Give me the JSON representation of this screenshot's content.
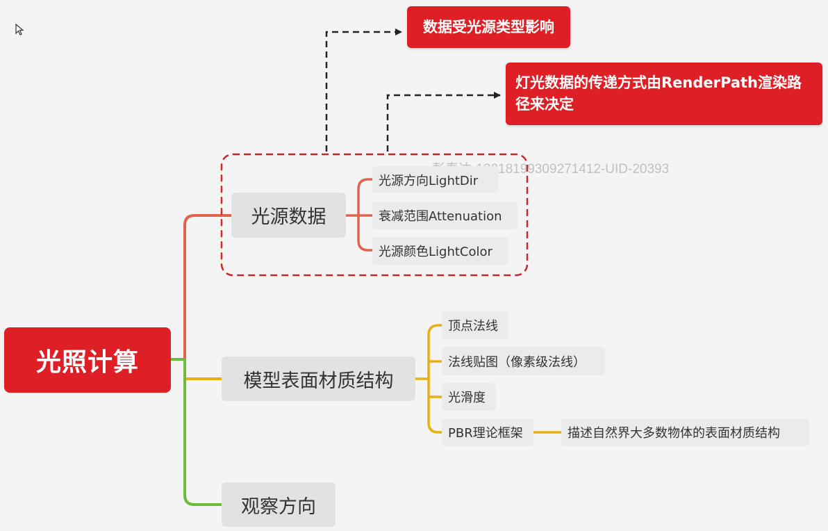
{
  "root": {
    "label": "光照计算"
  },
  "branches": {
    "light": {
      "label": "光源数据",
      "children": [
        "光源方向LightDir",
        "衰减范围Attenuation",
        "光源颜色LightColor"
      ]
    },
    "material": {
      "label": "模型表面材质结构",
      "children": [
        "顶点法线",
        "法线贴图（像素级法线）",
        "光滑度",
        "PBR理论框架"
      ],
      "pbr_detail": "描述自然界大多数物体的表面材质结构"
    },
    "view": {
      "label": "观察方向"
    }
  },
  "notes": {
    "note1": "数据受光源类型影响",
    "note2_line1": "灯光数据的传递方式由RenderPath渲染路",
    "note2_line2": "径来决定"
  },
  "watermark": "彭泰达-13018199309271412-UID-20393",
  "colors": {
    "root": "#de1f26",
    "light_branch": "#e0644c",
    "material_branch": "#e8b012",
    "view_branch": "#6cbb3c",
    "group_dash": "#c62828",
    "note": "#de1f26"
  }
}
